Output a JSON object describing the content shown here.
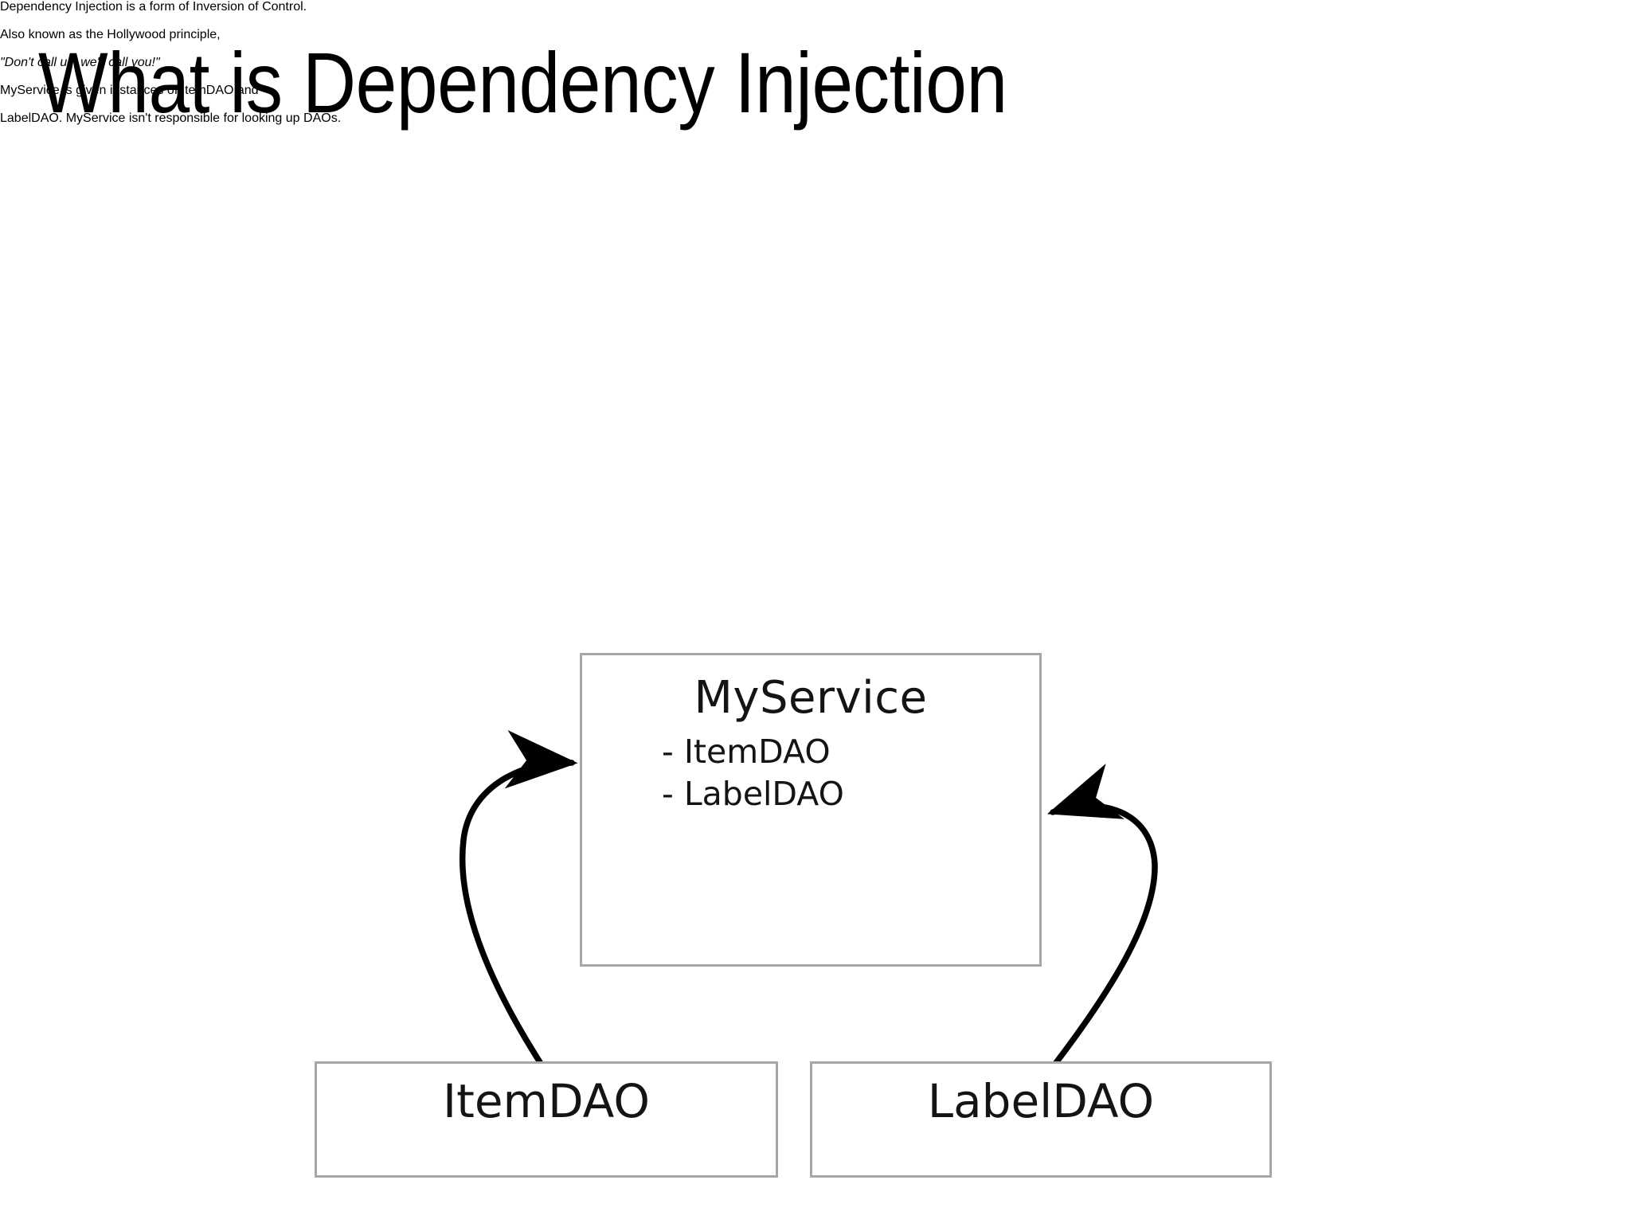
{
  "slide": {
    "title": "What is Dependency Injection",
    "body_paragraph_1": [
      "Dependency Injection is a form of Inversion of Control.",
      "Also known as the Hollywood principle,",
      "\"Don't call us, we'll call you!\""
    ],
    "body_paragraph_2": [
      "MyService is given instances of ItemDAO and",
      "LabelDAO.  MyService isn't responsible for looking up DAOs."
    ]
  },
  "diagram": {
    "nodes": {
      "myservice": {
        "title": "MyService",
        "attributes": [
          "- ItemDAO",
          "- LabelDAO"
        ]
      },
      "itemdao": {
        "title": "ItemDAO"
      },
      "labeldao": {
        "title": "LabelDAO"
      }
    },
    "edges": [
      {
        "name": "itemdao-to-myservice",
        "from": "ItemDAO",
        "to": "MyService",
        "arrowhead": "to"
      },
      {
        "name": "labeldao-to-myservice",
        "from": "LabelDAO",
        "to": "MyService",
        "arrowhead": "to"
      }
    ],
    "colors": {
      "box_border": "#a6a6a6",
      "box_fill": "#ffffff",
      "edge_stroke": "#000000",
      "text": "#141414"
    }
  }
}
